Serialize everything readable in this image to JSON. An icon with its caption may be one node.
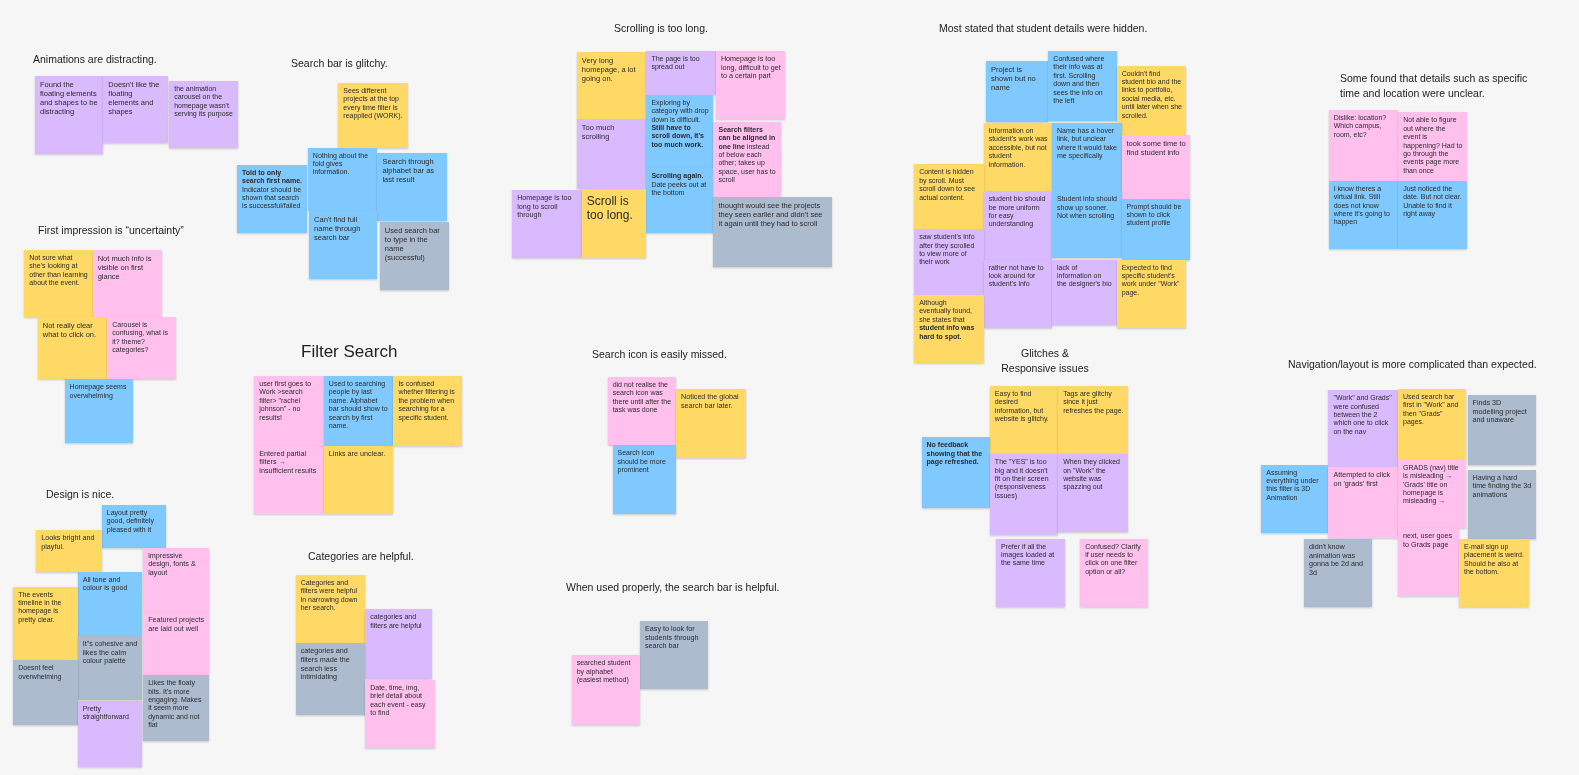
{
  "diagram": {
    "nodes": [
      {
        "text": [
          "Found the floating elements and shapes to be distracting"
        ]
      },
      {
        "text": [
          "Doesn't like the floating elements and shapes"
        ]
      },
      {
        "text": [
          "the animation carousel on the homepage wasn't serving its purpose"
        ]
      },
      {
        "text": [
          "Sees different projects at the top every time filter is reapplied (WORK)."
        ]
      },
      {
        "text": [
          "**Told to only search first name.** Indicator should be shown that search is successful/failed"
        ]
      },
      {
        "text": [
          "Nothing about the fold gives information."
        ]
      },
      {
        "text": [
          "Search through alphabet bar as last result"
        ]
      },
      {
        "text": [
          "Can't find full name through search bar"
        ]
      },
      {
        "text": [
          "Used search bar to type in the name (successful)"
        ]
      },
      {
        "text": [
          "Very long homepage, a lot going on."
        ]
      },
      {
        "text": [
          "The page is too spread out"
        ]
      },
      {
        "text": [
          "Homepage is too long, difficult to get to a certain part"
        ]
      },
      {
        "text": [
          "Too much scrolling"
        ]
      },
      {
        "text": [
          "Exploring by category with drop down is difficult. **Still have to scroll down, it's too much work.**"
        ]
      },
      {
        "text": [
          "**Search filters can be aligned in one line** instead of below each other; takes up space, user has to scroll"
        ]
      },
      {
        "text": [
          "**Scrolling again.** Date peeks out at the bottom"
        ]
      },
      {
        "text": [
          "Homepage is too long to scroll through"
        ]
      },
      {
        "text": [
          "Scroll is too long."
        ]
      },
      {
        "text": [
          "thought would see the projects they seen earlier and didn't see it again until they had to scroll"
        ]
      },
      {
        "text": [
          "Project is shown but no name"
        ]
      },
      {
        "text": [
          "Confused where their info was at first. Scrolling down and then sees the info on the left"
        ]
      },
      {
        "text": [
          "Couldn't find student bio and the links to portfolio, social media, etc. until later when she scrolled."
        ]
      },
      {
        "text": [
          "Information on student's work was accessible, but not student information."
        ]
      },
      {
        "text": [
          "Name has a hover link, but unclear where it would take me specifically"
        ]
      },
      {
        "text": [
          "took some time to find student info"
        ]
      },
      {
        "text": [
          "Content is hidden by scroll. Must scroll down to see actual content."
        ]
      },
      {
        "text": [
          "student bio should be more uniform for easy understanding"
        ]
      },
      {
        "text": [
          "Student info should show up sooner. Not when scrolling"
        ]
      },
      {
        "text": [
          "Prompt should be shown to click student profile"
        ]
      },
      {
        "text": [
          "saw student's info after they scrolled to view more of their work"
        ]
      },
      {
        "text": [
          "rather not have to look around for student's info"
        ]
      },
      {
        "text": [
          "lack of information on the designer's bio"
        ]
      },
      {
        "text": [
          "Expected to find specific student's work under \"Work\" page."
        ]
      },
      {
        "text": [
          "Although eventually found, she states that **student info was hard to spot.**"
        ]
      },
      {
        "text": [
          "Dislike: location? Which campus, room, etc?"
        ]
      },
      {
        "text": [
          "Not able to figure out where the event is happening? Had to go through the events page more than once"
        ]
      },
      {
        "text": [
          "I know theres a virtual link. Still does not know where it's going to happen"
        ]
      },
      {
        "text": [
          "Just noticed the date. But not clear. Unable to find it right away"
        ]
      },
      {
        "text": [
          "Not sure what she's looking at other than learning about the event."
        ]
      },
      {
        "text": [
          "Not much info is visible on first glance"
        ]
      },
      {
        "text": [
          "Not really clear what to click on."
        ]
      },
      {
        "text": [
          "Carousel is confusing, what is it? theme? categories?"
        ]
      },
      {
        "text": [
          "Homepage seems overwhelming"
        ]
      },
      {
        "text": [
          "user first goes to Work >search filter> \"rachel johnson\" - no results!"
        ]
      },
      {
        "text": [
          "Used to searching people by last name. Alphabet bar should show to search by first name."
        ]
      },
      {
        "text": [
          "Is confused whether filtering is the problem when searching for a specific student."
        ]
      },
      {
        "text": [
          "Entered partial filters → insufficient results"
        ]
      },
      {
        "text": [
          "Links are unclear."
        ]
      },
      {
        "text": [
          "did not realise the search icon was there until after the task was done"
        ]
      },
      {
        "text": [
          "Noticed the global search bar later."
        ]
      },
      {
        "text": [
          "Search icon should be more prominent"
        ]
      },
      {
        "text": [
          "Easy to find desired information, but website is glitchy."
        ]
      },
      {
        "text": [
          "Tags are glitchy since it just refreshes the page."
        ]
      },
      {
        "text": [
          "No feedback showing that the page refreshed."
        ]
      },
      {
        "text": [
          "The \"YES\" is too big and it doesn't fit on their screen (responsiveness issues)"
        ]
      },
      {
        "text": [
          "When they clicked on \"Work\" the website was spazzing out"
        ]
      },
      {
        "text": [
          "Prefer if all the images loaded at the same time"
        ]
      },
      {
        "text": [
          "Confused? Clarify if user needs to click on one filter option or all?"
        ]
      },
      {
        "text": [
          "\"Work\" and Grads\" were confused between the 2 which one to click on the nav"
        ]
      },
      {
        "text": [
          "Used search bar first in \"Work\" and then \"Grads\" pages."
        ]
      },
      {
        "text": [
          "Finds 3D modelling project and unaware"
        ]
      },
      {
        "text": [
          "Assuming everything under this filter is 3D Animation"
        ]
      },
      {
        "text": [
          "Attempted to click on 'grads' first"
        ]
      },
      {
        "text": [
          "GRADS (nav) title is misleading → 'Grads' title on homepage is misleading →"
        ]
      },
      {
        "text": [
          "Having a hard time finding the 3d animations"
        ]
      },
      {
        "text": [
          "didn't know animation was gonna be 2d and 3d"
        ]
      },
      {
        "text": [
          "next, user goes to Grads page"
        ]
      },
      {
        "text": [
          "E-mail sign up placement is weird. Should be also at the bottom."
        ]
      },
      {
        "text": [
          "Layout pretty good, definitely pleased with it"
        ]
      },
      {
        "text": [
          "Looks bright and playful."
        ]
      },
      {
        "text": [
          "impressive design, fonts & layout"
        ]
      },
      {
        "text": [
          "All tone and colour is good"
        ]
      },
      {
        "text": [
          "The events timeline in the homepage is pretty clear."
        ]
      },
      {
        "text": [
          "Featured projects are laid out well"
        ]
      },
      {
        "text": [
          "It\"s cohesive and likes the calm colour palette"
        ]
      },
      {
        "text": [
          "Doesnt feel overwhelming"
        ]
      },
      {
        "text": [
          "Likes the floaty bits. It's more engaging. Makes it seem more dynamic and not flat"
        ]
      },
      {
        "text": [
          "Pretty straightforward"
        ]
      },
      {
        "text": [
          "Categories and filters were helpful in narrowing down her search."
        ]
      },
      {
        "text": [
          "categories and filters are helpful"
        ]
      },
      {
        "text": [
          "categories and filters made the search less intimidating"
        ]
      },
      {
        "text": [
          "Date, time, img, brief detail about each event - easy to find"
        ]
      },
      {
        "text": [
          "Easy to look for students through search bar"
        ]
      },
      {
        "text": [
          "searched student by alphabet (easiest method)"
        ]
      }
    ],
    "labels": [
      "Animations are distracting.",
      "Search bar is glitchy.",
      "Scrolling is too long.",
      "Most stated that student details were hidden.",
      "Some found that details such as specific time and location were unclear.",
      "First impression is “uncertainty”",
      "Filter Search",
      "Search icon is easily missed.",
      "Glitches & Responsive issues",
      "Navigation/layout is more complicated than expected.",
      "Design is nice.",
      "Categories are helpful.",
      "When used properly, the search bar is helpful."
    ]
  }
}
